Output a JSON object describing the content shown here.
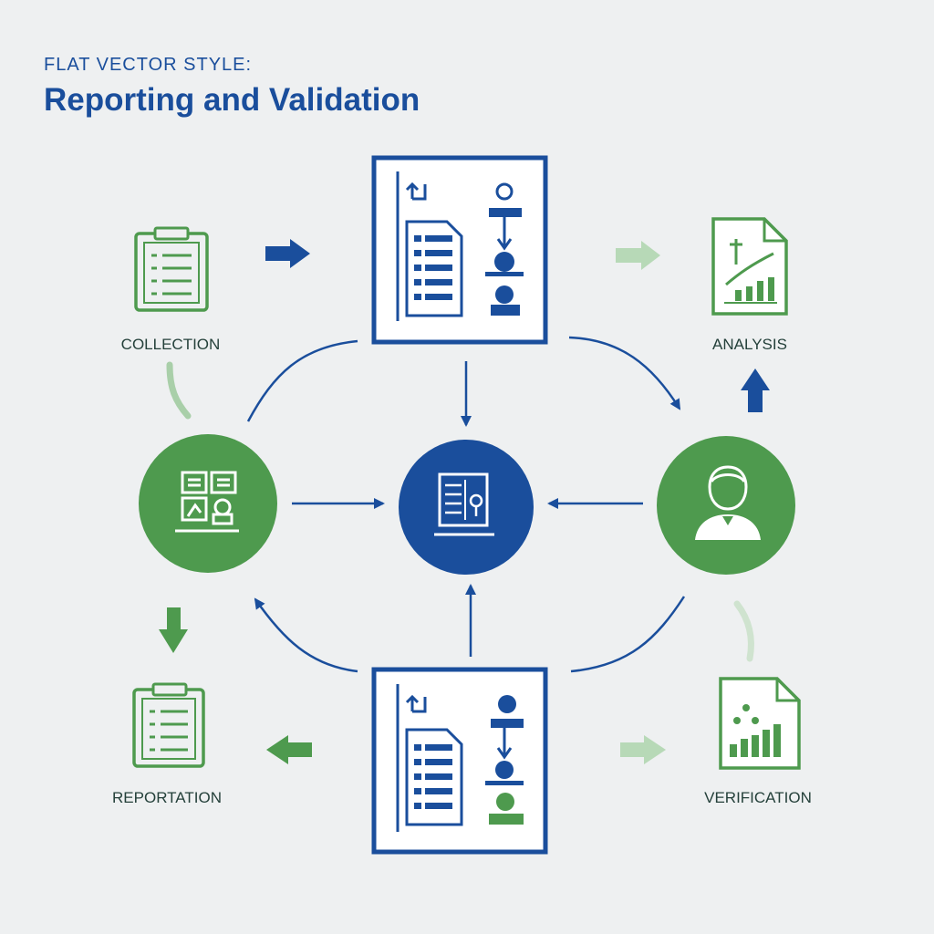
{
  "header": {
    "kicker": "FLAT VECTOR STYLE:",
    "title": "Reporting and Validation"
  },
  "labels": {
    "collection": "COLLECTION",
    "analysis": "ANALYSIS",
    "reportation": "REPORTATION",
    "verification": "VERIFICATION"
  },
  "colors": {
    "blue": "#1a4e9c",
    "green": "#4e9a4e",
    "light_green": "#a9cfa9",
    "background": "#eef0f1"
  }
}
